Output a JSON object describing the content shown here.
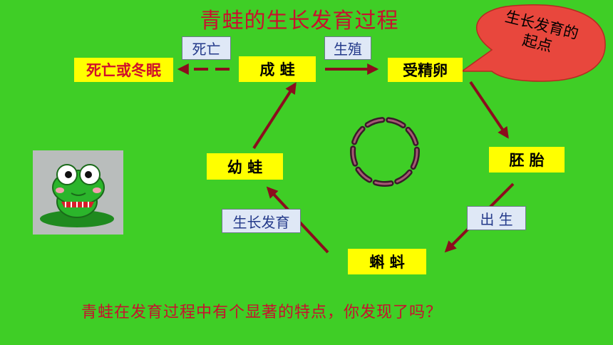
{
  "title": "青蛙的生长发育过程",
  "stages": {
    "death": "死亡或冬眠",
    "adult_frog": "成 蛙",
    "fertilized_egg": "受精卵",
    "embryo": "胚  胎",
    "tadpole": "蝌  蚪",
    "froglet": "幼 蛙"
  },
  "transitions": {
    "death": "死亡",
    "reproduction": "生殖",
    "birth": "出  生",
    "growth": "生长发育"
  },
  "callout": {
    "line1": "生长发育的",
    "line2": "起点"
  },
  "question": "青蛙在发育过程中有个显著的特点，你发现了吗？",
  "colors": {
    "background": "#3fce26",
    "box": "#ffff00",
    "arrow": "#8b0d1d",
    "title_text": "#c8102e",
    "callout_fill": "#e8473d"
  },
  "icons": [
    "frog-cartoon-icon",
    "cycle-ring-icon"
  ]
}
